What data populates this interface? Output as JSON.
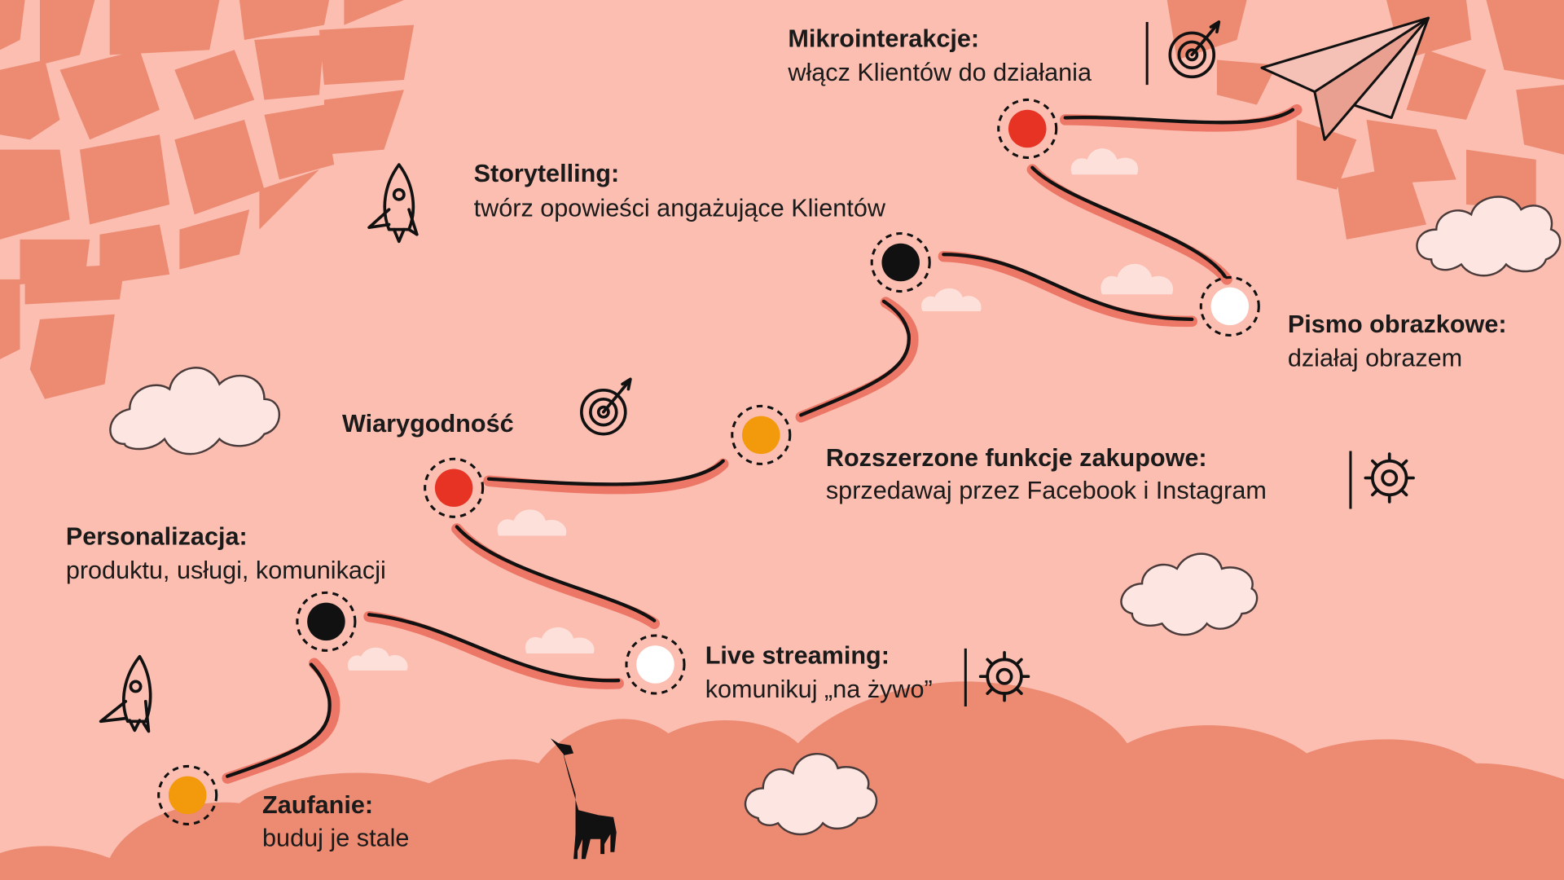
{
  "steps": [
    {
      "title": "Zaufanie:",
      "subtitle": "buduj je stale",
      "color": "#f29a0c"
    },
    {
      "title": "Personalizacja:",
      "subtitle": "produktu, usługi, komunikacji",
      "color": "#111111"
    },
    {
      "title": "Live streaming:",
      "subtitle": "komunikuj „na żywo”",
      "color": "#ffffff"
    },
    {
      "title": "Wiarygodność",
      "color": "#e63323"
    },
    {
      "title": "Rozszerzone funkcje zakupowe:",
      "subtitle": "sprzedawaj przez Facebook i Instagram",
      "color": "#f29a0c"
    },
    {
      "title": "Storytelling:",
      "subtitle": "twórz opowieści angażujące Klientów",
      "color": "#111111"
    },
    {
      "title": "Pismo obrazkowe:",
      "subtitle": "działaj obrazem",
      "color": "#ffffff"
    },
    {
      "title": "Mikrointerakcje:",
      "subtitle": "włącz Klientów do działania",
      "color": "#e63323"
    }
  ],
  "colors": {
    "background": "#fbbeb1",
    "accent": "#ec8a72",
    "path": "#ec7766"
  }
}
